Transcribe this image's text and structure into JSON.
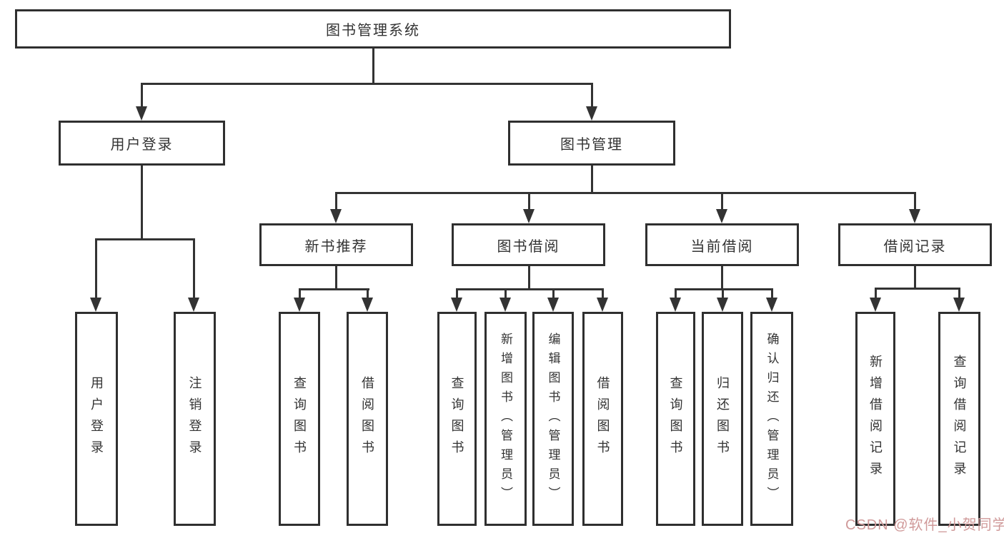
{
  "tree": {
    "root": {
      "label": "图书管理系统",
      "children": [
        {
          "label": "用户登录",
          "children": [
            {
              "label": "用户登录"
            },
            {
              "label": "注销登录"
            }
          ]
        },
        {
          "label": "图书管理",
          "children": [
            {
              "label": "新书推荐",
              "children": [
                {
                  "label": "查询图书"
                },
                {
                  "label": "借阅图书"
                }
              ]
            },
            {
              "label": "图书借阅",
              "children": [
                {
                  "label": "查询图书"
                },
                {
                  "label": "新增图书（管理员）"
                },
                {
                  "label": "编辑图书（管理员）"
                },
                {
                  "label": "借阅图书"
                }
              ]
            },
            {
              "label": "当前借阅",
              "children": [
                {
                  "label": "查询图书"
                },
                {
                  "label": "归还图书"
                },
                {
                  "label": "确认归还（管理员）"
                }
              ]
            },
            {
              "label": "借阅记录",
              "children": [
                {
                  "label": "新增借阅记录"
                },
                {
                  "label": "查询借阅记录"
                }
              ]
            }
          ]
        }
      ]
    }
  },
  "watermark": {
    "text": "CSDN @软件_小贺同学",
    "color": "#d09a9a"
  },
  "colors": {
    "line": "#333333",
    "box_border": "#2f2f2f",
    "text": "#333333",
    "background": "#ffffff"
  }
}
